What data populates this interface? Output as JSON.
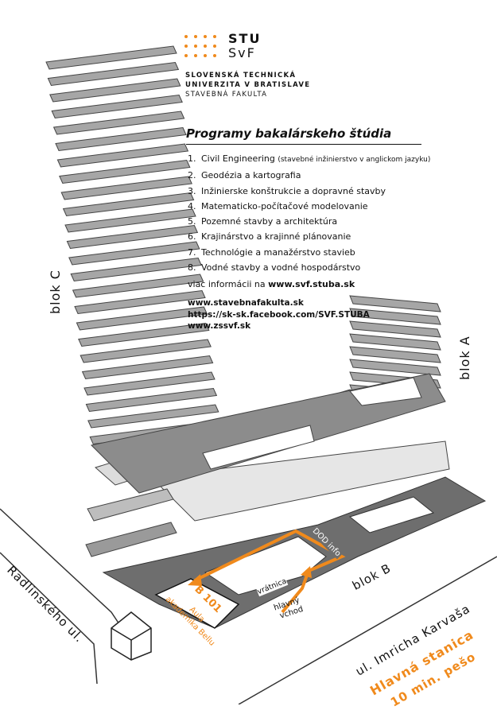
{
  "logo": {
    "name": "STU",
    "faculty_abbr": "SvF",
    "university_line1": "SLOVENSKÁ TECHNICKÁ",
    "university_line2": "UNIVERZITA V BRATISLAVE",
    "faculty_line": "STAVEBNÁ FAKULTA",
    "accent_color": "#f08a1c"
  },
  "programs": {
    "title": "Programy bakalárskeho štúdia",
    "items": [
      {
        "num": "1.",
        "text": "Civil Engineering",
        "note": "(stavebné inžinierstvo v anglickom jazyku)"
      },
      {
        "num": "2.",
        "text": "Geodézia a kartografia",
        "note": ""
      },
      {
        "num": "3.",
        "text": "Inžinierske konštrukcie a dopravné stavby",
        "note": ""
      },
      {
        "num": "4.",
        "text": "Matematicko-počítačové modelovanie",
        "note": ""
      },
      {
        "num": "5.",
        "text": "Pozemné stavby a architektúra",
        "note": ""
      },
      {
        "num": "6.",
        "text": "Krajinárstvo a krajinné plánovanie",
        "note": ""
      },
      {
        "num": "7.",
        "text": "Technológie a manažérstvo stavieb",
        "note": ""
      },
      {
        "num": "8.",
        "text": "Vodné stavby a vodné hospodárstvo",
        "note": ""
      }
    ]
  },
  "info": {
    "prefix": "viac informácii na",
    "site": "www.svf.stuba.sk",
    "links": [
      "www.stavebnafakulta.sk",
      "https://sk-sk.facebook.com/SVF.STUBA",
      "www.zssvf.sk"
    ]
  },
  "map": {
    "blok_c": "blok C",
    "blok_a": "blok A",
    "blok_b": "blok B",
    "dod_info": "DOD info",
    "vratnica": "vrátnica",
    "entrance_line1": "hlavný",
    "entrance_line2": "vchod",
    "room": "B 101",
    "aula_line1": "Aula",
    "aula_line2": "akademika Bellu",
    "street_left": "Radlinského ul.",
    "street_right": "ul. Imricha Karvaša",
    "station": "Hlavná stanica",
    "walk": "10 min. pešo",
    "route_color": "#f08a1c",
    "floor_color": "#a6a6a6",
    "dark_color": "#6e6e6e"
  }
}
